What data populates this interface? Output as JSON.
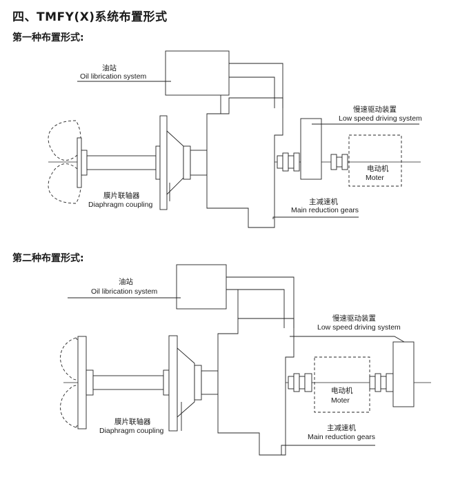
{
  "header": {
    "title": "四、TMFY(X)系统布置形式",
    "layout1_title": "第一种布置形式:",
    "layout2_title": "第二种布置形式:"
  },
  "layout1": {
    "oil_station_cn": "油站",
    "oil_station_en": "Oil librication system",
    "low_speed_cn": "慢速驱动装置",
    "low_speed_en": "Low speed driving system",
    "motor_cn": "电动机",
    "motor_en": "Moter",
    "coupling_cn": "膜片联轴器",
    "coupling_en": "Diaphragm coupling",
    "gears_cn": "主减速机",
    "gears_en": "Main reduction gears"
  },
  "layout2": {
    "oil_station_cn": "油站",
    "oil_station_en": "Oil librication system",
    "low_speed_cn": "慢速驱动装置",
    "low_speed_en": "Low speed driving system",
    "motor_cn": "电动机",
    "motor_en": "Moter",
    "coupling_cn": "膜片联轴器",
    "coupling_en": "Diaphragm coupling",
    "gears_cn": "主减速机",
    "gears_en": "Main reduction gears"
  }
}
